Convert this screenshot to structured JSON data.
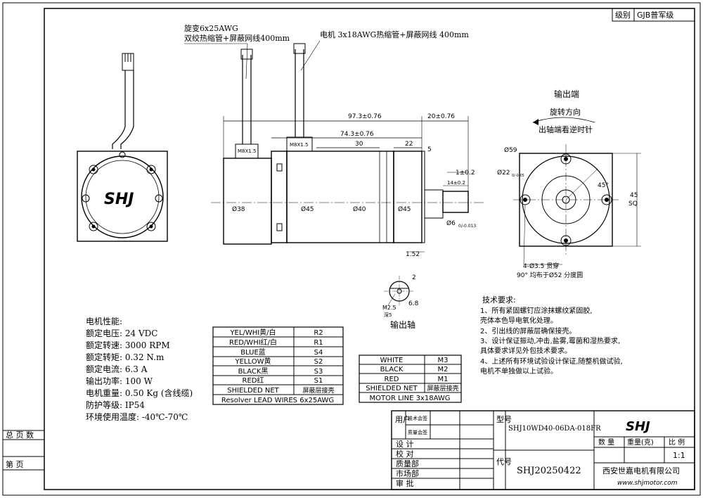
{
  "grade": {
    "label": "级别",
    "value": "GJB普军级"
  },
  "resolver_callout": {
    "line1": "旋变6x25AWG",
    "line2": "双绞热缩管+屏蔽网线400mm"
  },
  "motor_callout": "电机 3x18AWG热缩管+屏蔽网线 400mm",
  "logo_text": "SHJ",
  "dims": {
    "d_97": "97.3±0.76",
    "d_74": "74.3±0.76",
    "d_30": "30",
    "d_22": "22",
    "d_5": "5",
    "d_20": "20±0.76",
    "d_1": "1±0.2",
    "d_14": "14±0.2",
    "phi_38": "Ø38",
    "phi_45a": "Ø45",
    "phi_40": "Ø40",
    "phi_45b": "Ø45",
    "phi_6": "Ø6",
    "phi_6_tol": "0/-0.013",
    "d_152": "1.52",
    "msx_a": "M8X1.5",
    "msx_b": "M8X1.5"
  },
  "end_view": {
    "title": "输出端",
    "rotation": "旋转方向",
    "rotation_note": "出轴端看逆时针",
    "phi_59": "Ø59",
    "phi_22": "Ø22",
    "phi_22_tol": "0/-0.05",
    "angle": "45°",
    "sq_45": "45",
    "sq_label": "SQ",
    "holes": "4-Ø3.5 贯穿",
    "holes_note": "90° 均布于Ø52 分度圆"
  },
  "shaft": {
    "title": "输出轴",
    "d_2": "2",
    "d_68": "6.8",
    "thread": "M2.5",
    "depth": "深5"
  },
  "tech": {
    "title": "技术要求:",
    "items": [
      "1、所有紧固螺钉应涂抹螺纹紧固胶,",
      "    壳体本色导电氧化处理。",
      "2、引出线的屏蔽层确保接壳。",
      "3、设计保证振动,冲击,盐雾,霉菌和湿热要求,",
      "    具体要求详见外包技术要求。",
      "4、上述所有环境试验设计保证,随整机做试验,",
      "    电机不单独做以上试验。"
    ]
  },
  "performance": {
    "title": "电机性能:",
    "rows": [
      "额定电压: 24   VDC",
      "额定转速: 3000 RPM",
      "额定转矩: 0.32 N.m",
      "额定电流: 6.3  A",
      "输出功率: 100  W",
      "电机重量: 0.50 Kg (含线缆)",
      "防护等级: IP54",
      "环境使用温度: -40℃-70℃"
    ]
  },
  "resolver_table": {
    "rows": [
      [
        "YEL/WHI黄/白",
        "R2"
      ],
      [
        "RED/WHI红/白",
        "R1"
      ],
      [
        "BLUE蓝",
        "S4"
      ],
      [
        "YELLOW黄",
        "S2"
      ],
      [
        "BLACK黑",
        "S3"
      ],
      [
        "RED红",
        "S1"
      ],
      [
        "SHIELDED NET",
        "屏蔽层接壳"
      ]
    ],
    "footer": "Resolver LEAD WIRES 6x25AWG"
  },
  "motor_table": {
    "rows": [
      [
        "WHITE",
        "M3"
      ],
      [
        "BLACK",
        "M2"
      ],
      [
        "RED",
        "M1"
      ],
      [
        "SHIELDED NET",
        "屏蔽层接壳"
      ]
    ],
    "footer": "MOTOR LINE 3x18AWG"
  },
  "title_block": {
    "user": "用户",
    "tech_sign": "技术会签",
    "quality_sign": "质量会签",
    "roles": [
      "设 计",
      "校 对",
      "质量部",
      "市场部",
      "审 批"
    ],
    "model_label": "型号",
    "model": "SHJ10WD40-06DA-018FR",
    "code_label": "代号",
    "code": "SHJ20250422",
    "qty": "数 量",
    "weight": "重量(克)",
    "ratio_label": "比 例",
    "ratio": "1:1",
    "company": "西安世嘉电机有限公司",
    "website": "www.shjmotor.com",
    "logo": "SHJ"
  },
  "side": {
    "total_pages": "总 页 数",
    "page": "第 页"
  }
}
